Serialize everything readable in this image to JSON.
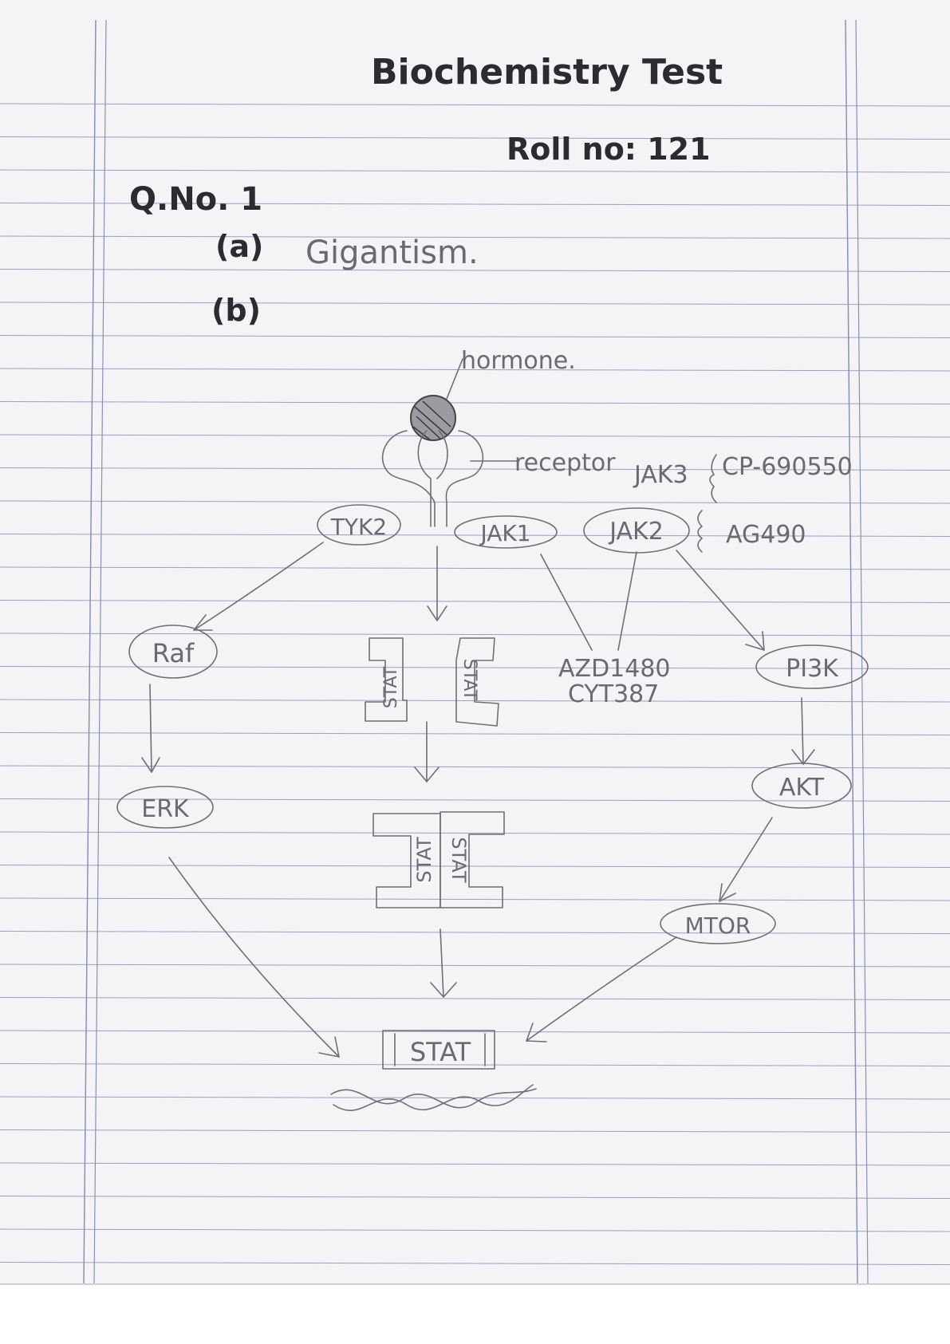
{
  "header": {
    "title": "Biochemistry Test",
    "roll": "Roll no: 121"
  },
  "question": {
    "label": "Q.No. 1",
    "part_a_label": "(a)",
    "part_a_answer": "Gigantism.",
    "part_b_label": "(b)"
  },
  "diagram": {
    "hormone": "hormone.",
    "receptor": "receptor",
    "jak3": "JAK3",
    "jak3_inhibitor": "CP-690550",
    "tyk2": "TYK2",
    "jak1": "JAK1",
    "jak2": "JAK2",
    "jak2_inhibitor": "AG490",
    "raf": "Raf",
    "erk": "ERK",
    "stat_monomer": "STAT",
    "stat_dimer": "STAT",
    "jak_inhibitor_1": "AZD1480",
    "jak_inhibitor_2": "CYT387",
    "pi3k": "PI3K",
    "akt": "AKT",
    "mtor": "MTOR",
    "stat_target": "STAT"
  },
  "colors": {
    "paper": "#ffffff",
    "rule_line": "#9aa0c4",
    "margin_line": "#8a8fb8",
    "pen": "#2c2c30",
    "pencil": "#6a6a70"
  }
}
